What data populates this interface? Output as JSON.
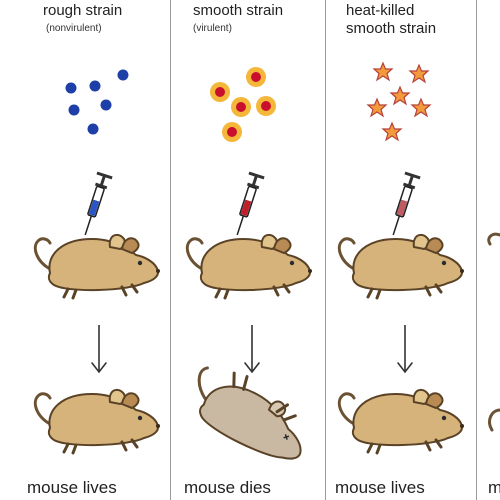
{
  "panels": [
    {
      "title_lines": [
        "rough strain"
      ],
      "subtitle": "(nonvirulent)",
      "result": "mouse lives"
    },
    {
      "title_lines": [
        "smooth strain"
      ],
      "subtitle": "(virulent)",
      "result": "mouse dies"
    },
    {
      "title_lines": [
        "heat-killed",
        "smooth strain"
      ],
      "subtitle": "",
      "result": "mouse lives"
    },
    {
      "title_lines": [],
      "subtitle": "",
      "result": "m"
    }
  ],
  "colors": {
    "rough_bacteria": "#1f3fa8",
    "smooth_bacteria_ring": "#f4b73a",
    "smooth_bacteria_core": "#c8102e",
    "heat_killed_star": "#f39a3c",
    "syringe_blue": "#2a55c7",
    "syringe_red": "#c41e2a",
    "syringe_pink": "#c35a62",
    "mouse_body": "#d6b37a",
    "dead_mouse_body": "#c9b9a3",
    "divider": "#9a9a9a"
  },
  "icons": [
    "bacteria-icon",
    "syringe-icon",
    "mouse-icon",
    "down-arrow-icon"
  ]
}
